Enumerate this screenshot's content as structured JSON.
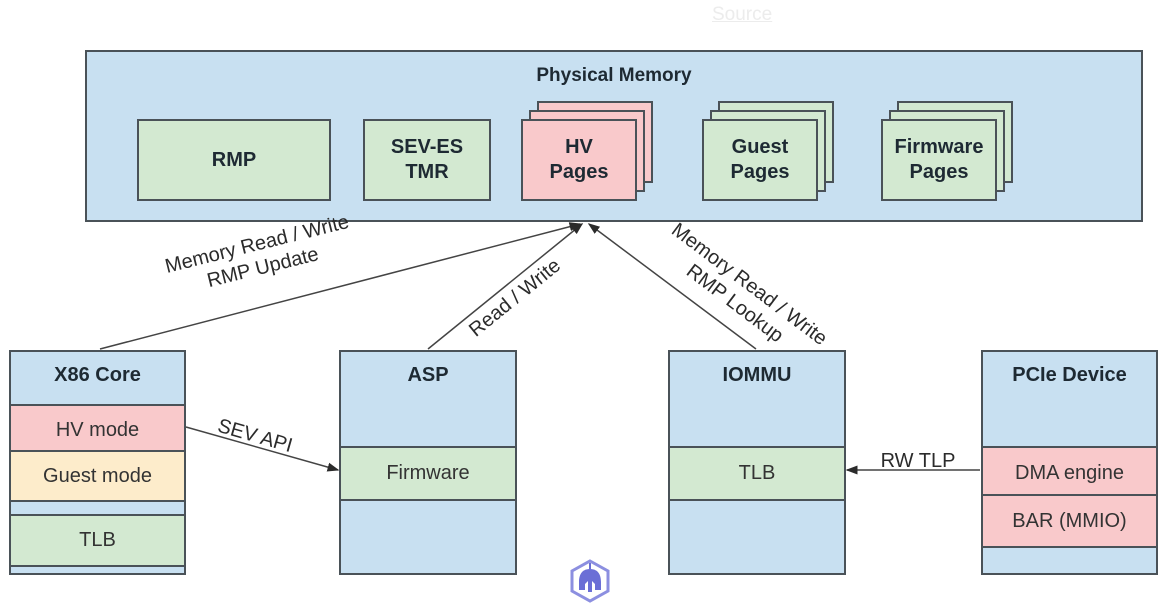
{
  "source_link": "Source",
  "physical_memory": {
    "title": "Physical Memory",
    "regions": [
      {
        "id": "rmp",
        "line1": "RMP",
        "line2": ""
      },
      {
        "id": "sev-es-tmr",
        "line1": "SEV-ES",
        "line2": "TMR"
      },
      {
        "id": "hv-pages",
        "line1": "HV",
        "line2": "Pages"
      },
      {
        "id": "guest-pages",
        "line1": "Guest",
        "line2": "Pages"
      },
      {
        "id": "firmware-pages",
        "line1": "Firmware",
        "line2": "Pages"
      }
    ]
  },
  "components": {
    "x86": {
      "title": "X86 Core",
      "bands": [
        "HV mode",
        "Guest mode",
        "TLB"
      ]
    },
    "asp": {
      "title": "ASP",
      "bands": [
        "Firmware"
      ]
    },
    "iommu": {
      "title": "IOMMU",
      "bands": [
        "TLB"
      ]
    },
    "pcie": {
      "title": "PCIe Device",
      "bands": [
        "DMA engine",
        "BAR (MMIO)"
      ]
    }
  },
  "edges": {
    "x86_mem": {
      "line1": "Memory Read / Write",
      "line2": "RMP Update"
    },
    "asp_mem": {
      "line1": "Read / Write"
    },
    "iommu_mem": {
      "line1": "Memory Read / Write",
      "line2": "RMP Lookup"
    },
    "sev_api": {
      "line1": "SEV API"
    },
    "rw_tlp": {
      "line1": "RW TLP"
    }
  },
  "colors": {
    "container_blue": "#c8e0f1",
    "green": "#d3e9d1",
    "pink": "#f9c9cb",
    "yellow": "#fdeccb",
    "border": "#4a5258",
    "logo": "#6b6fd6"
  },
  "logo_icon": "spartan-helmet-hexagon-icon"
}
